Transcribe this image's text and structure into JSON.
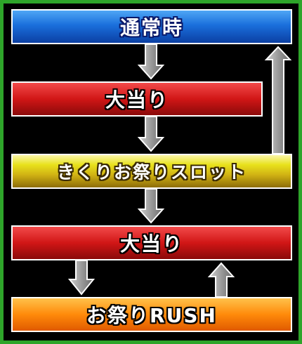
{
  "flow": {
    "normal": "通常時",
    "hit_1": "大当り",
    "slot": "きくりお祭りスロット",
    "hit_2": "大当り",
    "rush": "お祭りRUSH"
  },
  "colors": {
    "normal": "#1a6fdc",
    "hit": "#d11616",
    "slot": "#e8e11b",
    "rush": "#ff8a0a",
    "arrow": "#8c8c8c",
    "border": "#2ea52a"
  }
}
